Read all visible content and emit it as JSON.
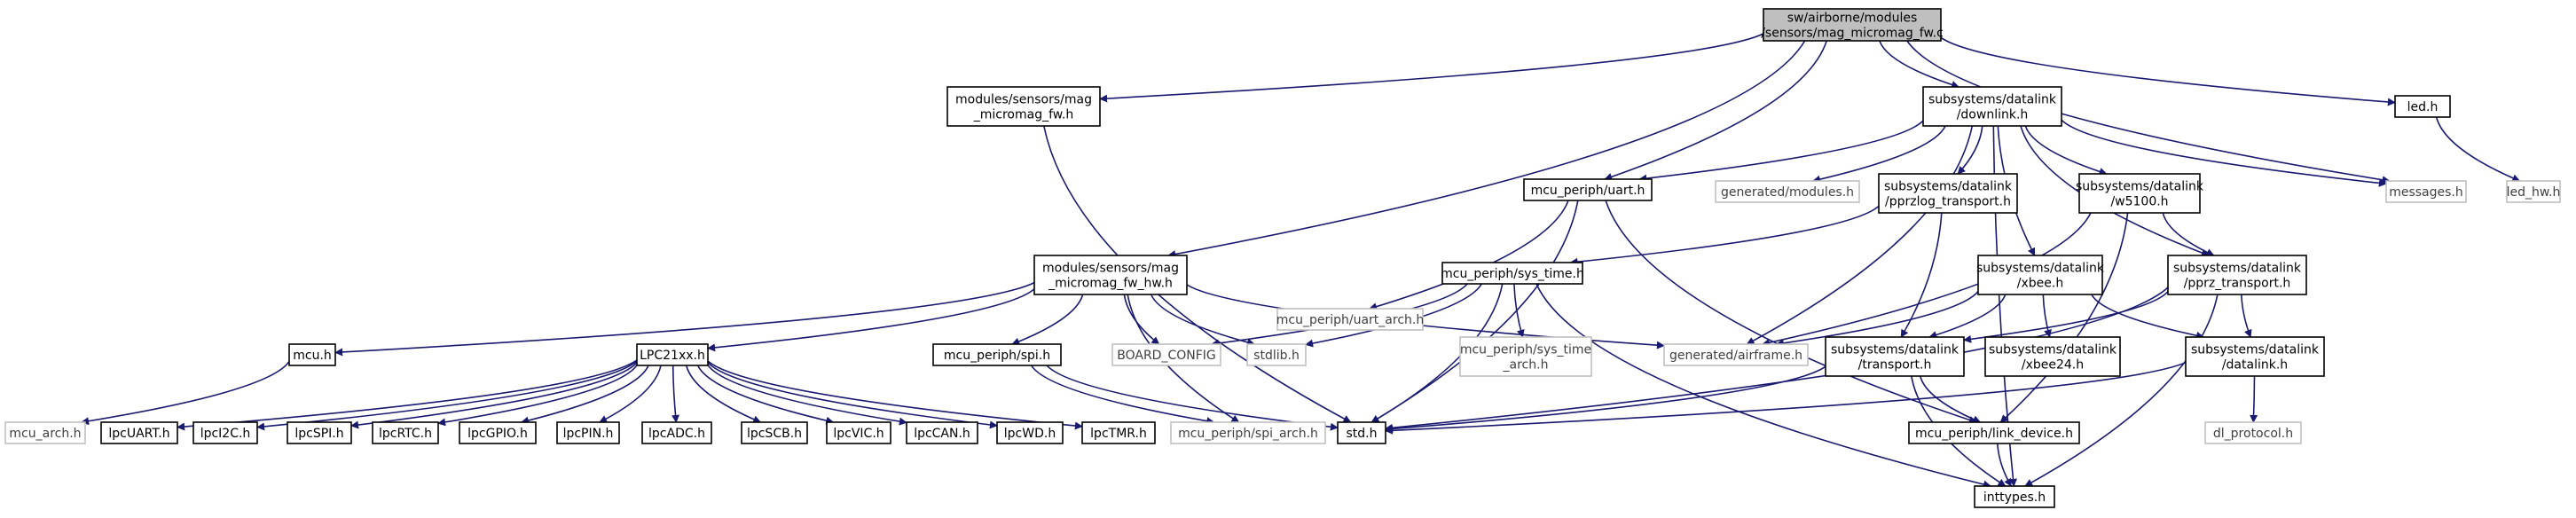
{
  "graph": {
    "colors": {
      "edge": "#191970",
      "root_fill": "#bfbfbf",
      "node_border_linked": "#000000",
      "node_border_external": "#bfbfbf",
      "text_linked": "#000000",
      "text_external": "#404040"
    },
    "nodes": [
      {
        "id": "root",
        "lines": [
          "sw/airborne/modules",
          "/sensors/mag_micromag_fw.c"
        ],
        "kind": "root"
      },
      {
        "id": "mag_fw_h",
        "lines": [
          "modules/sensors/mag",
          "_micromag_fw.h"
        ],
        "kind": "linked"
      },
      {
        "id": "downlink",
        "lines": [
          "subsystems/datalink",
          "/downlink.h"
        ],
        "kind": "linked"
      },
      {
        "id": "led",
        "lines": [
          "led.h"
        ],
        "kind": "linked"
      },
      {
        "id": "led_hw",
        "lines": [
          "led_hw.h"
        ],
        "kind": "external"
      },
      {
        "id": "messages",
        "lines": [
          "messages.h"
        ],
        "kind": "external"
      },
      {
        "id": "uart",
        "lines": [
          "mcu_periph/uart.h"
        ],
        "kind": "linked"
      },
      {
        "id": "gen_modules",
        "lines": [
          "generated/modules.h"
        ],
        "kind": "external"
      },
      {
        "id": "pprzlog",
        "lines": [
          "subsystems/datalink",
          "/pprzlog_transport.h"
        ],
        "kind": "linked"
      },
      {
        "id": "w5100",
        "lines": [
          "subsystems/datalink",
          "/w5100.h"
        ],
        "kind": "linked"
      },
      {
        "id": "mag_hw_h",
        "lines": [
          "modules/sensors/mag",
          "_micromag_fw_hw.h"
        ],
        "kind": "linked"
      },
      {
        "id": "uart_arch",
        "lines": [
          "mcu_periph/uart_arch.h"
        ],
        "kind": "external"
      },
      {
        "id": "sys_time",
        "lines": [
          "mcu_periph/sys_time.h"
        ],
        "kind": "linked"
      },
      {
        "id": "xbee",
        "lines": [
          "subsystems/datalink",
          "/xbee.h"
        ],
        "kind": "linked"
      },
      {
        "id": "pprz_transport",
        "lines": [
          "subsystems/datalink",
          "/pprz_transport.h"
        ],
        "kind": "linked"
      },
      {
        "id": "mcu",
        "lines": [
          "mcu.h"
        ],
        "kind": "linked"
      },
      {
        "id": "lpc21xx",
        "lines": [
          "LPC21xx.h"
        ],
        "kind": "linked"
      },
      {
        "id": "spi",
        "lines": [
          "mcu_periph/spi.h"
        ],
        "kind": "linked"
      },
      {
        "id": "board_config",
        "lines": [
          "BOARD_CONFIG"
        ],
        "kind": "external"
      },
      {
        "id": "stdlib",
        "lines": [
          "stdlib.h"
        ],
        "kind": "external"
      },
      {
        "id": "sys_time_arch",
        "lines": [
          "mcu_periph/sys_time",
          "_arch.h"
        ],
        "kind": "external"
      },
      {
        "id": "gen_airframe",
        "lines": [
          "generated/airframe.h"
        ],
        "kind": "external"
      },
      {
        "id": "transport",
        "lines": [
          "subsystems/datalink",
          "/transport.h"
        ],
        "kind": "linked"
      },
      {
        "id": "xbee24",
        "lines": [
          "subsystems/datalink",
          "/xbee24.h"
        ],
        "kind": "linked"
      },
      {
        "id": "datalink",
        "lines": [
          "subsystems/datalink",
          "/datalink.h"
        ],
        "kind": "linked"
      },
      {
        "id": "mcu_arch",
        "lines": [
          "mcu_arch.h"
        ],
        "kind": "external"
      },
      {
        "id": "lpcUART",
        "lines": [
          "lpcUART.h"
        ],
        "kind": "linked"
      },
      {
        "id": "lpcI2C",
        "lines": [
          "lpcI2C.h"
        ],
        "kind": "linked"
      },
      {
        "id": "lpcSPI",
        "lines": [
          "lpcSPI.h"
        ],
        "kind": "linked"
      },
      {
        "id": "lpcRTC",
        "lines": [
          "lpcRTC.h"
        ],
        "kind": "linked"
      },
      {
        "id": "lpcGPIO",
        "lines": [
          "lpcGPIO.h"
        ],
        "kind": "linked"
      },
      {
        "id": "lpcPIN",
        "lines": [
          "lpcPIN.h"
        ],
        "kind": "linked"
      },
      {
        "id": "lpcADC",
        "lines": [
          "lpcADC.h"
        ],
        "kind": "linked"
      },
      {
        "id": "lpcSCB",
        "lines": [
          "lpcSCB.h"
        ],
        "kind": "linked"
      },
      {
        "id": "lpcVIC",
        "lines": [
          "lpcVIC.h"
        ],
        "kind": "linked"
      },
      {
        "id": "lpcCAN",
        "lines": [
          "lpcCAN.h"
        ],
        "kind": "linked"
      },
      {
        "id": "lpcWD",
        "lines": [
          "lpcWD.h"
        ],
        "kind": "linked"
      },
      {
        "id": "lpcTMR",
        "lines": [
          "lpcTMR.h"
        ],
        "kind": "linked"
      },
      {
        "id": "spi_arch",
        "lines": [
          "mcu_periph/spi_arch.h"
        ],
        "kind": "external"
      },
      {
        "id": "std",
        "lines": [
          "std.h"
        ],
        "kind": "linked"
      },
      {
        "id": "link_device",
        "lines": [
          "mcu_periph/link_device.h"
        ],
        "kind": "linked"
      },
      {
        "id": "dl_protocol",
        "lines": [
          "dl_protocol.h"
        ],
        "kind": "external"
      },
      {
        "id": "inttypes",
        "lines": [
          "inttypes.h"
        ],
        "kind": "linked"
      }
    ],
    "edges": [
      [
        "root",
        "mag_fw_h"
      ],
      [
        "root",
        "downlink"
      ],
      [
        "root",
        "led"
      ],
      [
        "root",
        "messages"
      ],
      [
        "root",
        "uart"
      ],
      [
        "root",
        "mag_hw_h"
      ],
      [
        "led",
        "led_hw"
      ],
      [
        "mag_fw_h",
        "std"
      ],
      [
        "downlink",
        "messages"
      ],
      [
        "downlink",
        "uart"
      ],
      [
        "downlink",
        "gen_modules"
      ],
      [
        "downlink",
        "pprzlog"
      ],
      [
        "downlink",
        "w5100"
      ],
      [
        "downlink",
        "gen_airframe"
      ],
      [
        "downlink",
        "xbee"
      ],
      [
        "downlink",
        "pprz_transport"
      ],
      [
        "downlink",
        "inttypes"
      ],
      [
        "uart",
        "uart_arch"
      ],
      [
        "uart",
        "std"
      ],
      [
        "uart",
        "link_device"
      ],
      [
        "pprzlog",
        "sys_time"
      ],
      [
        "pprzlog",
        "transport"
      ],
      [
        "w5100",
        "gen_airframe"
      ],
      [
        "w5100",
        "pprz_transport"
      ],
      [
        "w5100",
        "link_device"
      ],
      [
        "mag_hw_h",
        "mcu"
      ],
      [
        "mag_hw_h",
        "lpc21xx"
      ],
      [
        "mag_hw_h",
        "spi"
      ],
      [
        "mag_hw_h",
        "board_config"
      ],
      [
        "mag_hw_h",
        "stdlib"
      ],
      [
        "mag_hw_h",
        "spi_arch"
      ],
      [
        "mag_hw_h",
        "gen_airframe"
      ],
      [
        "sys_time",
        "board_config"
      ],
      [
        "sys_time",
        "stdlib"
      ],
      [
        "sys_time",
        "sys_time_arch"
      ],
      [
        "sys_time",
        "std"
      ],
      [
        "sys_time",
        "inttypes"
      ],
      [
        "xbee",
        "gen_airframe"
      ],
      [
        "xbee",
        "transport"
      ],
      [
        "xbee",
        "xbee24"
      ],
      [
        "xbee",
        "datalink"
      ],
      [
        "pprz_transport",
        "transport"
      ],
      [
        "pprz_transport",
        "std"
      ],
      [
        "pprz_transport",
        "datalink"
      ],
      [
        "pprz_transport",
        "inttypes"
      ],
      [
        "mcu",
        "mcu_arch"
      ],
      [
        "lpc21xx",
        "lpcUART"
      ],
      [
        "lpc21xx",
        "lpcI2C"
      ],
      [
        "lpc21xx",
        "lpcSPI"
      ],
      [
        "lpc21xx",
        "lpcRTC"
      ],
      [
        "lpc21xx",
        "lpcGPIO"
      ],
      [
        "lpc21xx",
        "lpcPIN"
      ],
      [
        "lpc21xx",
        "lpcADC"
      ],
      [
        "lpc21xx",
        "lpcSCB"
      ],
      [
        "lpc21xx",
        "lpcVIC"
      ],
      [
        "lpc21xx",
        "lpcCAN"
      ],
      [
        "lpc21xx",
        "lpcWD"
      ],
      [
        "lpc21xx",
        "lpcTMR"
      ],
      [
        "spi",
        "std"
      ],
      [
        "spi",
        "spi_arch"
      ],
      [
        "transport",
        "std"
      ],
      [
        "transport",
        "link_device"
      ],
      [
        "transport",
        "inttypes"
      ],
      [
        "datalink",
        "std"
      ],
      [
        "datalink",
        "dl_protocol"
      ],
      [
        "link_device",
        "inttypes"
      ]
    ]
  }
}
